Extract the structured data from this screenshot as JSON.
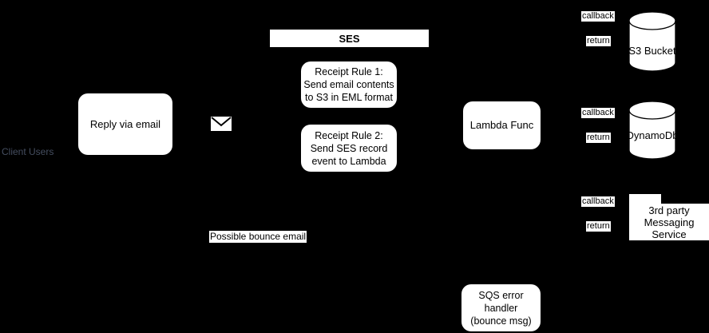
{
  "colors": {
    "background": "#000000",
    "node_fill": "#ffffff",
    "node_text": "#000000",
    "client_users_text": "#454e60"
  },
  "nodes": {
    "client_users": "Client Users",
    "reply_via_email": "Reply via email",
    "email_envelope_icon": "envelope-icon",
    "ses_title": "SES",
    "receipt_rule_1": "Receipt Rule 1:\nSend email contents\nto S3 in EML format",
    "receipt_rule_2": "Receipt Rule 2:\nSend SES record\nevent to Lambda",
    "lambda_func": "Lambda Func",
    "s3_bucket": "S3 Bucket",
    "dynamodb": "DynamoDb",
    "third_party_messaging": "3rd party\nMessaging\nService",
    "sqs_error_handler": "SQS error handler\n(bounce msg)"
  },
  "edge_labels": {
    "possible_bounce_email": "Possible bounce email",
    "pairs": [
      {
        "callback": "callback",
        "return": "return"
      },
      {
        "callback": "callback",
        "return": "return"
      },
      {
        "callback": "callback",
        "return": "return"
      }
    ]
  }
}
